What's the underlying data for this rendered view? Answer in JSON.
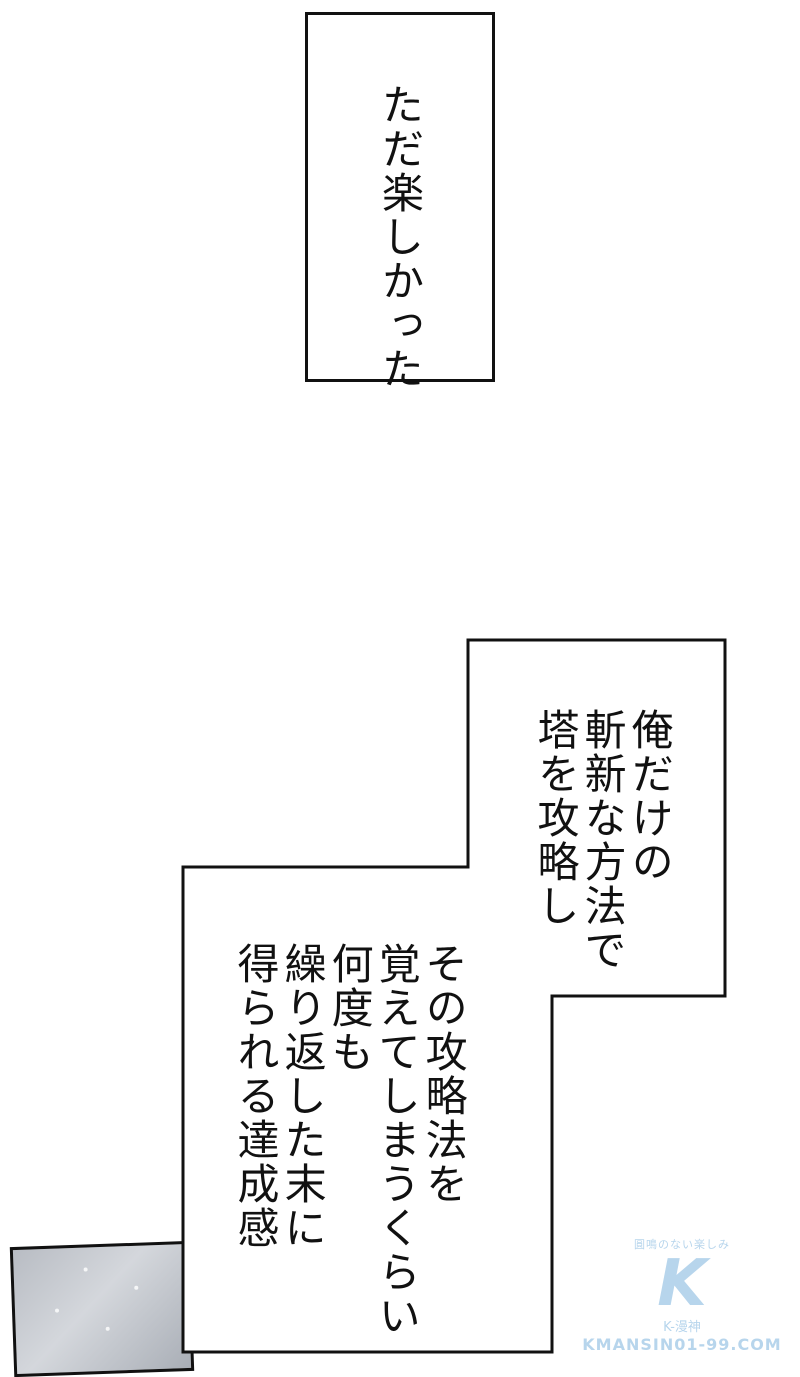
{
  "caption_top": {
    "text": "ただ楽しかった"
  },
  "caption_main": {
    "upper": "俺だけの\n斬新な方法で\n塔を攻略し",
    "lower": "その攻略法を\n覚えてしまうくらい\n何度も\n繰り返した末に\n得られる達成感"
  },
  "watermark": {
    "tagline": "圓鳴のない楽しみ",
    "logo": "K",
    "brand": "K-漫神",
    "url": "KMANSIN01-99.COM"
  },
  "colors": {
    "border": "#111111",
    "background": "#ffffff",
    "watermark": "#9fc7e6"
  }
}
